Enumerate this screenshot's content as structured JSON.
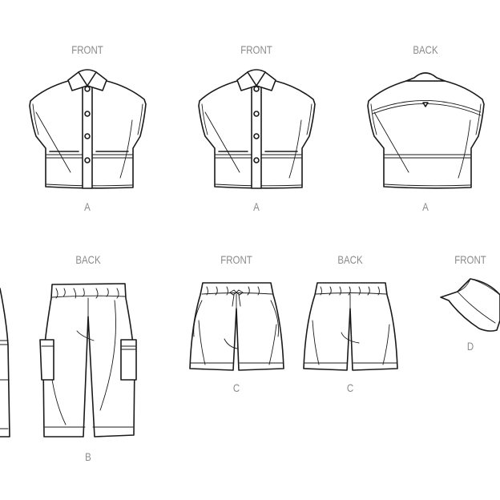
{
  "views": [
    {
      "id": "shirt-front-1",
      "view": "FRONT",
      "view_label": "A"
    },
    {
      "id": "shirt-front-2",
      "view": "FRONT",
      "view_label": "A"
    },
    {
      "id": "shirt-back",
      "view": "BACK",
      "view_label": "A"
    },
    {
      "id": "pants-back",
      "view": "BACK",
      "view_label": "B"
    },
    {
      "id": "shorts-front",
      "view": "FRONT",
      "view_label": "C"
    },
    {
      "id": "shorts-back",
      "view": "BACK",
      "view_label": "C"
    },
    {
      "id": "hat-front",
      "view": "FRONT",
      "view_label": "D"
    }
  ]
}
